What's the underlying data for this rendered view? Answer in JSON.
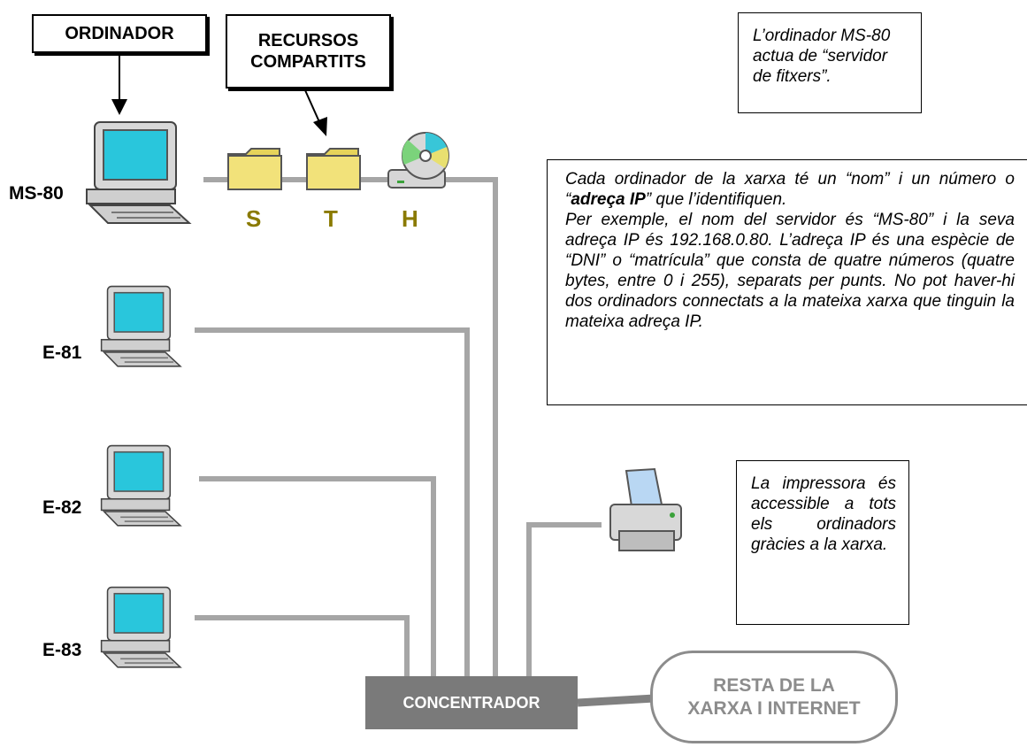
{
  "labels": {
    "ordinador": "ORDINADOR",
    "recursos_line1": "RECURSOS",
    "recursos_line2": "COMPARTITS"
  },
  "computers": [
    {
      "name": "MS-80"
    },
    {
      "name": "E-81"
    },
    {
      "name": "E-82"
    },
    {
      "name": "E-83"
    }
  ],
  "resources": [
    {
      "letter": "S",
      "icon": "folder-icon"
    },
    {
      "letter": "T",
      "icon": "folder-icon"
    },
    {
      "letter": "H",
      "icon": "cd-drive-icon"
    }
  ],
  "notes": {
    "server": "L’ordinador MS-80 actua de “servidor de fitxers”.",
    "ip_part1": "Cada ordinador de la xarxa té un “nom” i un número o “",
    "ip_bold": "adreça IP",
    "ip_part2": "” que l’identifiquen.",
    "ip_part3": "Per exemple, el nom del servidor és “MS-80” i la seva adreça IP és 192.168.0.80. L’adreça IP és una espècie de “DNI” o “matrícula” que consta de quatre números (quatre bytes, entre 0 i 255), separats per punts. No pot haver-hi dos ordinadors connectats a la mateixa xarxa que tinguin la mateixa adreça IP.",
    "printer": "La impressora és accessible a tots els ordinadors gràcies a la xarxa."
  },
  "hub": {
    "label": "CONCENTRADOR"
  },
  "internet": {
    "line1": "RESTA DE LA",
    "line2": "XARXA I INTERNET"
  },
  "colors": {
    "wire": "#a6a6a6",
    "hub": "#7a7a7a",
    "drive_letter": "#8a7a00",
    "screen": "#29c6dc",
    "folder": "#f2e27a"
  }
}
